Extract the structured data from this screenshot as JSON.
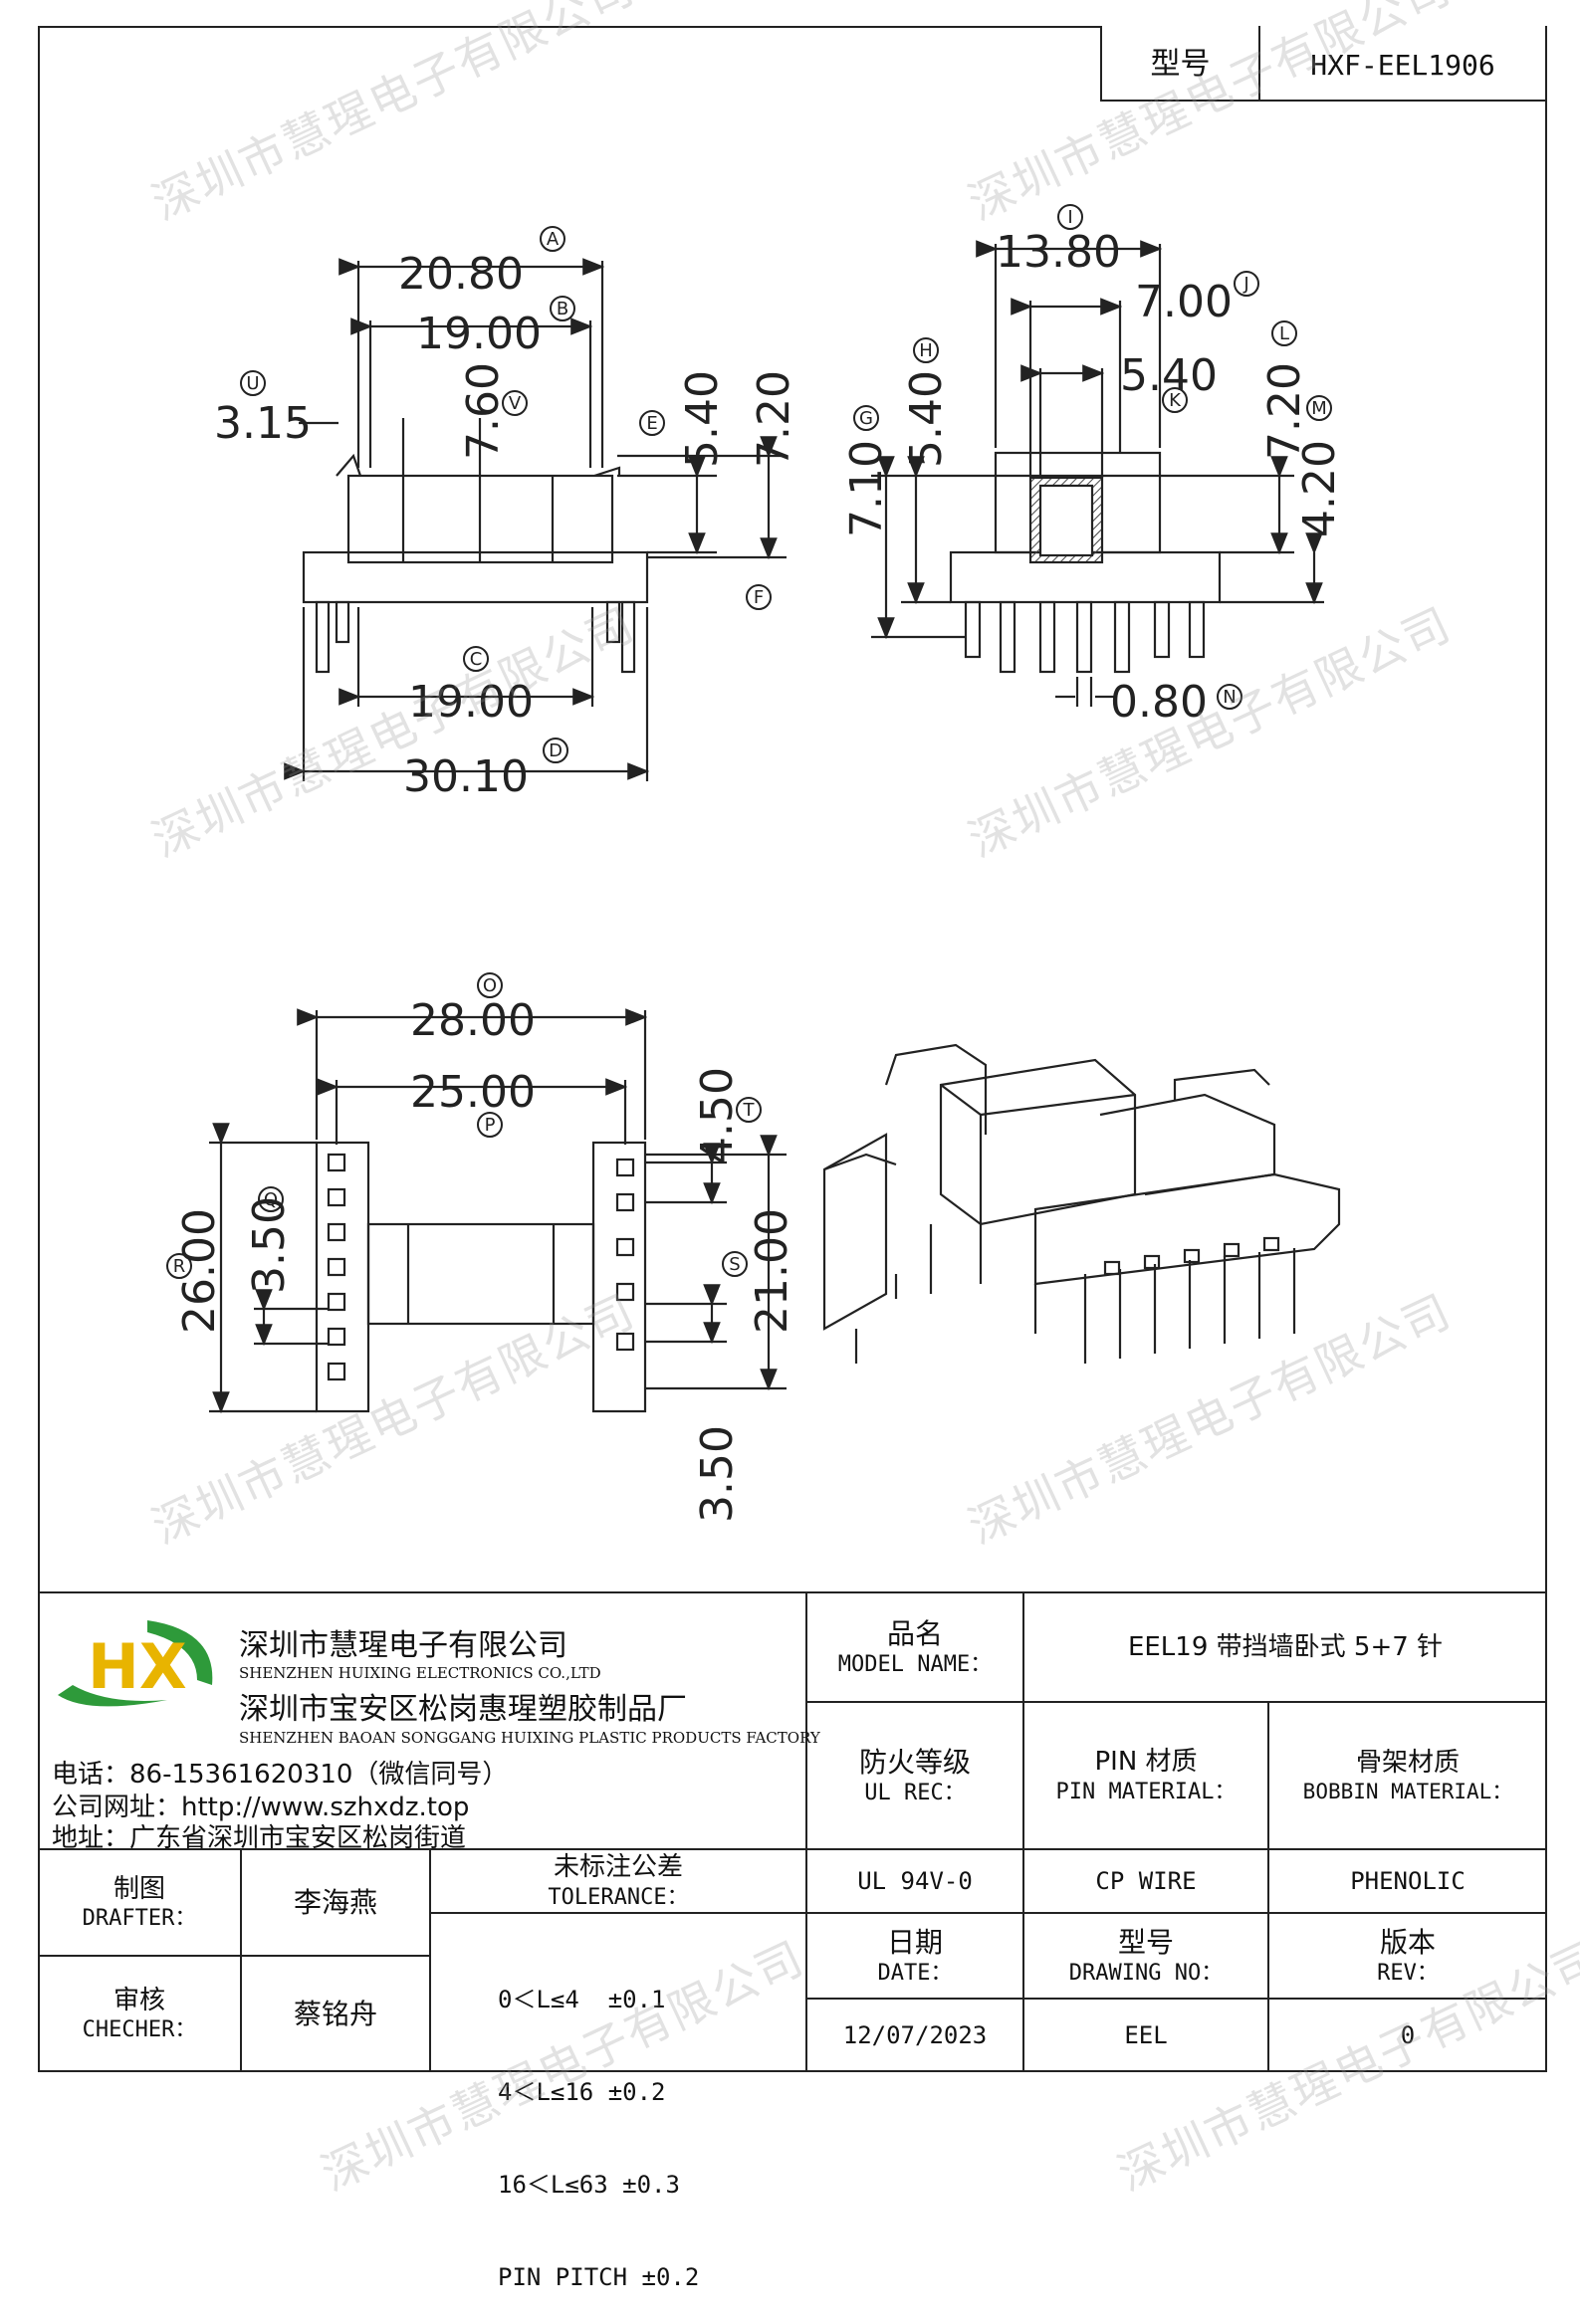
{
  "header": {
    "model_label": "型号",
    "model_value": "HXF-EEL1906"
  },
  "watermark": "深圳市慧瑆电子有限公司",
  "views": {
    "front": {
      "dims": [
        {
          "value": "20.80",
          "tag": "A"
        },
        {
          "value": "19.00",
          "tag": "B"
        },
        {
          "value": "19.00",
          "tag": "C"
        },
        {
          "value": "30.10",
          "tag": "D"
        },
        {
          "value": "5.40",
          "tag": "E"
        },
        {
          "value": "7.20",
          "tag": "F"
        },
        {
          "value": "3.15",
          "tag": "U"
        },
        {
          "value": "7.60",
          "tag": "V"
        }
      ]
    },
    "side": {
      "dims": [
        {
          "value": "13.80",
          "tag": "I"
        },
        {
          "value": "7.00",
          "tag": "J"
        },
        {
          "value": "5.40",
          "tag": "K"
        },
        {
          "value": "7.20",
          "tag": "L"
        },
        {
          "value": "4.20",
          "tag": "M"
        },
        {
          "value": "0.80",
          "tag": "N"
        },
        {
          "value": "7.10",
          "tag": "G"
        },
        {
          "value": "5.40",
          "tag": "H"
        }
      ]
    },
    "bottom": {
      "dims": [
        {
          "value": "28.00",
          "tag": "O"
        },
        {
          "value": "25.00",
          "tag": "P"
        },
        {
          "value": "26.00",
          "tag": "R"
        },
        {
          "value": "3.50",
          "tag": "Q"
        },
        {
          "value": "4.50",
          "tag": "T"
        },
        {
          "value": "21.00",
          "tag": "S"
        },
        {
          "value": "3.50",
          "tag": ""
        }
      ]
    }
  },
  "company": {
    "logo_text": "HX",
    "name_cn": "深圳市慧瑆电子有限公司",
    "name_en": "SHENZHEN HUIXING ELECTRONICS CO.,LTD",
    "factory_cn": "深圳市宝安区松岗惠瑆塑胶制品厂",
    "factory_en": "SHENZHEN BAOAN SONGGANG HUIXING PLASTIC PRODUCTS FACTORY",
    "phone": "电话：86-15361620310（微信同号）",
    "website": "公司网址：http://www.szhxdz.top",
    "address": "地址：广东省深圳市宝安区松岗街道"
  },
  "title_block": {
    "model_name_cn": "品名",
    "model_name_en": "MODEL NAME：",
    "model_name_value": "EEL19 带挡墙卧式 5+7 针",
    "ul_cn": "防火等级",
    "ul_en": "UL REC：",
    "ul_value": "UL 94V-0",
    "pin_cn": "PIN 材质",
    "pin_en": "PIN MATERIAL：",
    "pin_value": "CP WIRE",
    "bobbin_cn": "骨架材质",
    "bobbin_en": "BOBBIN MATERIAL：",
    "bobbin_value": "PHENOLIC",
    "drafter_cn": "制图",
    "drafter_en": "DRAFTER：",
    "drafter_value": "李海燕",
    "checker_cn": "审核",
    "checker_en": "CHECHER：",
    "checker_value": "蔡铭舟",
    "tol_cn": "未标注公差",
    "tol_en": "TOLERANCE：",
    "tol_lines": [
      "0＜L≤4  ±0.1",
      "4＜L≤16 ±0.2",
      "16＜L≤63 ±0.3",
      "PIN PITCH ±0.2"
    ],
    "date_cn": "日期",
    "date_en": "DATE：",
    "date_value": "12/07/2023",
    "drawing_cn": "型号",
    "drawing_en": "DRAWING NO：",
    "drawing_value": "EEL",
    "rev_cn": "版本",
    "rev_en": "REV：",
    "rev_value": "0"
  },
  "colors": {
    "logo_green": "#2e9a3a",
    "logo_yellow": "#e8b400",
    "line": "#222222"
  }
}
